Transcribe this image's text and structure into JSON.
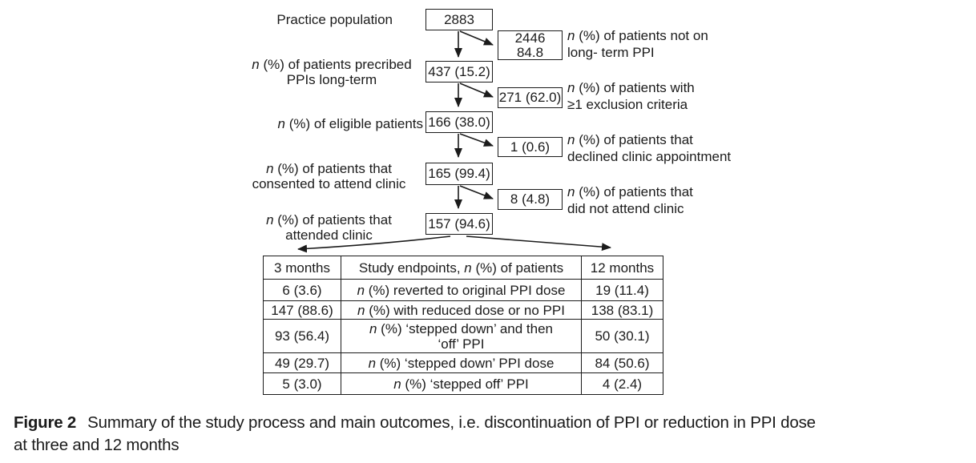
{
  "flowchart": {
    "steps": [
      {
        "label_lines": [
          "Practice population"
        ],
        "value": "2883"
      },
      {
        "label_lines": [
          "n (%) of patients precribed",
          "PPIs long-term"
        ],
        "value": "437 (15.2)"
      },
      {
        "label_lines": [
          "n (%) of eligible patients"
        ],
        "value": "166 (38.0)"
      },
      {
        "label_lines": [
          "n (%) of patients that",
          "consented to attend clinic"
        ],
        "value": "165 (99.4)"
      },
      {
        "label_lines": [
          "n (%) of patients that",
          "attended clinic"
        ],
        "value": "157 (94.6)"
      }
    ],
    "exclusions": [
      {
        "value_lines": [
          "2446",
          "84.8"
        ],
        "label_lines": [
          "n (%) of patients not on",
          "long- term PPI"
        ]
      },
      {
        "value_lines": [
          "271 (62.0)"
        ],
        "label_lines": [
          "n (%) of patients with",
          "≥1 exclusion criteria"
        ]
      },
      {
        "value_lines": [
          "1 (0.6)"
        ],
        "label_lines": [
          "n (%) of patients that",
          "declined clinic appointment"
        ]
      },
      {
        "value_lines": [
          "8 (4.8)"
        ],
        "label_lines": [
          "n (%) of patients that",
          "did not attend clinic"
        ]
      }
    ]
  },
  "outcomes_table": {
    "header": {
      "m3": "3 months",
      "endpoint": "Study endpoints, n (%) of patients",
      "m12": "12 months"
    },
    "rows": [
      {
        "m3": "6 (3.6)",
        "endpoint_lines": [
          "n (%) reverted to original PPI dose"
        ],
        "m12": "19 (11.4)"
      },
      {
        "m3": "147 (88.6)",
        "endpoint_lines": [
          "n (%) with reduced dose or no PPI"
        ],
        "m12": "138 (83.1)"
      },
      {
        "m3": "93 (56.4)",
        "endpoint_lines": [
          "n (%) ‘stepped down’ and then",
          "‘off’ PPI"
        ],
        "m12": "50 (30.1)"
      },
      {
        "m3": "49 (29.7)",
        "endpoint_lines": [
          "n (%) ‘stepped down’ PPI dose"
        ],
        "m12": "84 (50.6)"
      },
      {
        "m3": "5 (3.0)",
        "endpoint_lines": [
          "n (%) ‘stepped off’ PPI"
        ],
        "m12": "4 (2.4)"
      }
    ]
  },
  "caption": {
    "label": "Figure 2",
    "line1": "Summary of the study process and main outcomes, i.e. discontinuation of PPI or reduction in PPI dose",
    "line2": "at three and 12 months"
  }
}
